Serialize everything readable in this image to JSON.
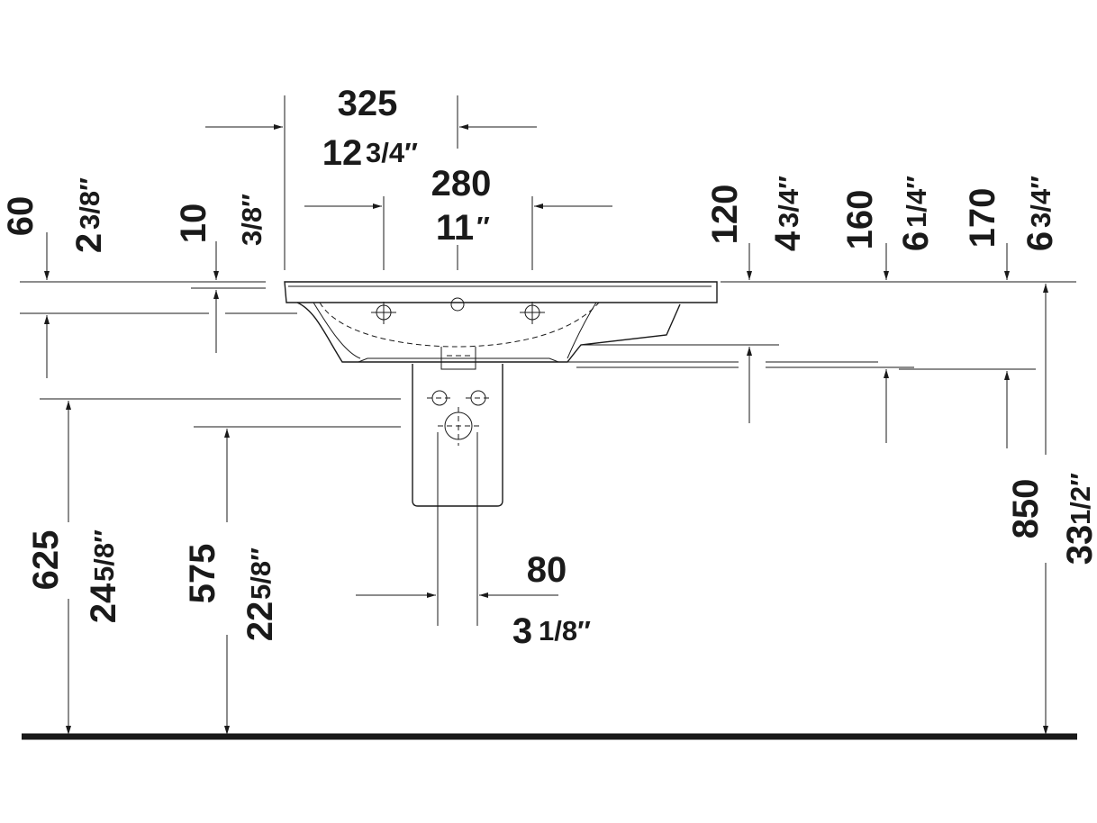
{
  "dimensions": {
    "top_outer": {
      "mm": "325",
      "in_whole": "12",
      "in_frac": "3/4″"
    },
    "tap_holes": {
      "mm": "280",
      "in_whole": "11",
      "in_frac": "″"
    },
    "left_rim_height": {
      "mm": "60",
      "in_whole": "2",
      "in_frac": "3/8″"
    },
    "rim_thickness": {
      "mm": "10",
      "in_whole": "",
      "in_frac": "3/8″"
    },
    "depth_120": {
      "mm": "120",
      "in_whole": "4",
      "in_frac": "3/4″"
    },
    "depth_160": {
      "mm": "160",
      "in_whole": "6",
      "in_frac": "1/4″"
    },
    "depth_170": {
      "mm": "170",
      "in_whole": "6",
      "in_frac": "3/4″"
    },
    "total_height": {
      "mm": "850",
      "in_whole": "33",
      "in_frac": "1/2″"
    },
    "pedestal_625": {
      "mm": "625",
      "in_whole": "24",
      "in_frac": "5/8″"
    },
    "pedestal_575": {
      "mm": "575",
      "in_whole": "22",
      "in_frac": "5/8″"
    },
    "pedestal_width": {
      "mm": "80",
      "in_whole": "3",
      "in_frac": "1/8″"
    }
  }
}
